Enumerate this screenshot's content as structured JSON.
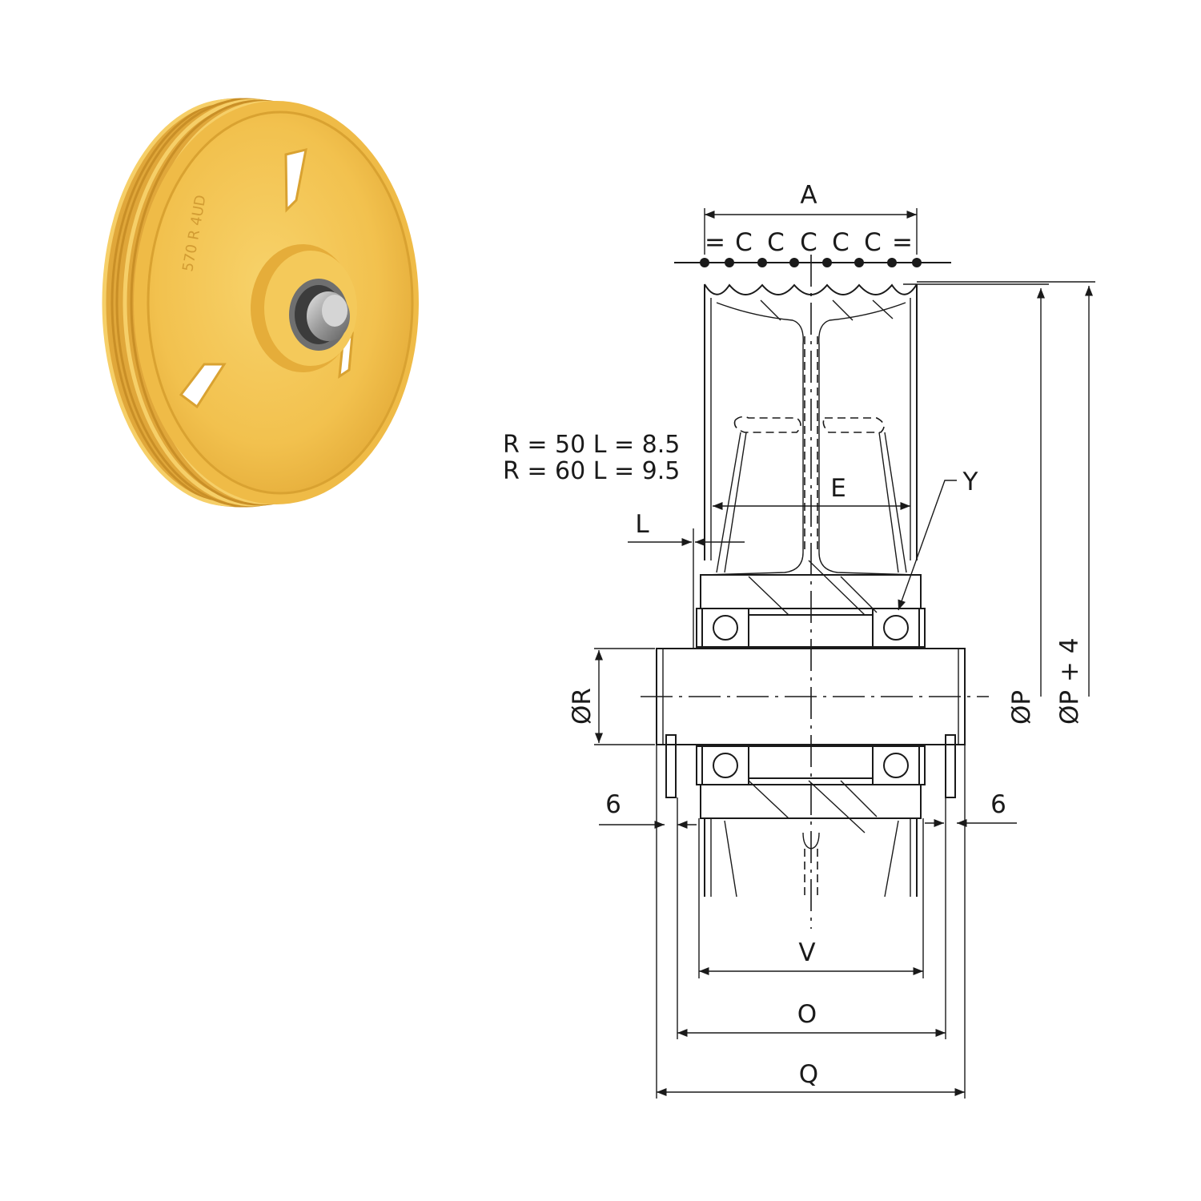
{
  "photo": {
    "name": "yellow grooved pulley wheel"
  },
  "diagram": {
    "dimensions": {
      "A": "A",
      "C": "C",
      "equal": "=",
      "E": "E",
      "L": "L",
      "Y": "Y",
      "R": "ØR",
      "P": "ØP",
      "P4": "ØP  + 4",
      "six_left": "6",
      "six_right": "6",
      "V": "V",
      "O": "O",
      "Q": "Q"
    },
    "notes": {
      "line1": "R = 50 L = 8.5",
      "line2": "R = 60 L = 9.5"
    }
  },
  "colors": {
    "wheel": "#f2c14e",
    "wheel_shadow": "#d9a231",
    "wheel_highlight": "#f8d87a",
    "line": "#1a1a1a"
  }
}
